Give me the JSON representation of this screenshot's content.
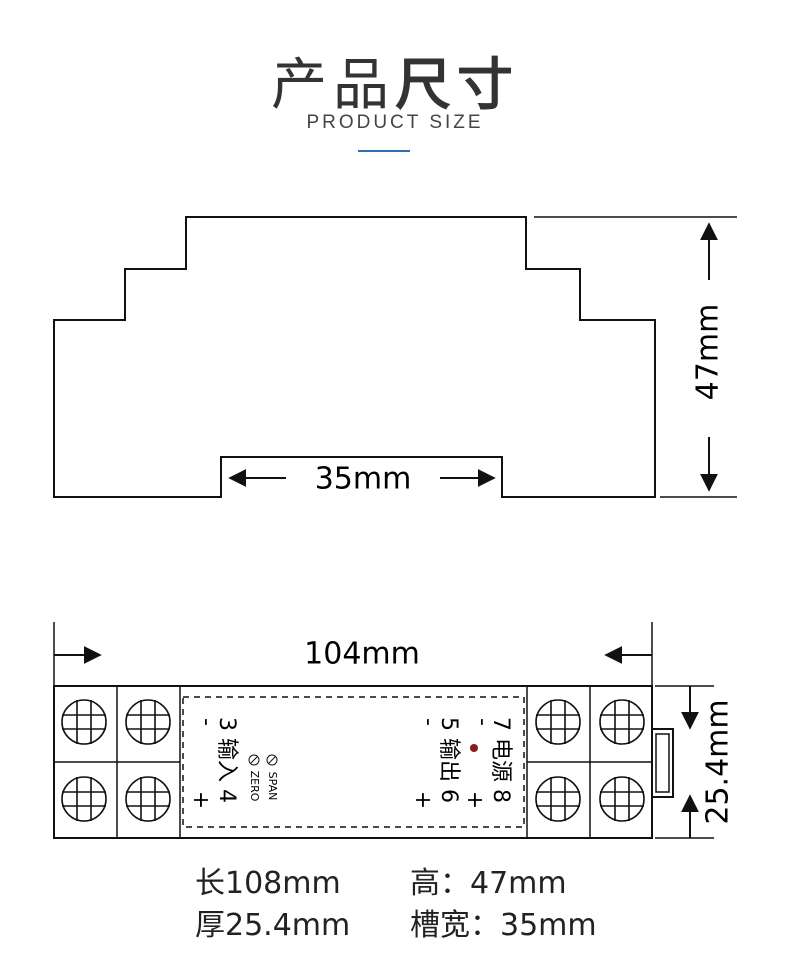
{
  "header": {
    "title_light": "产品",
    "title_bold": "尺寸",
    "subtitle": "PRODUCT SIZE",
    "accent_color": "#2f6fb3"
  },
  "side_view": {
    "width_label": "35mm",
    "height_label": "47mm"
  },
  "top_view": {
    "length_label": "104mm",
    "thickness_label": "25.4mm",
    "left_block": {
      "minus": "-",
      "plus": "+",
      "terminal_text": "3 输入 4",
      "zero_label": "ZERO",
      "span_label": "SPAN"
    },
    "right_block": {
      "minus1": "-",
      "minus2": "-",
      "plus1": "+",
      "plus2": "+",
      "line1": "5 输出 6",
      "line2": "7 电源 8"
    },
    "led_color": "#8b1a1a"
  },
  "specs": {
    "length": "长108mm",
    "height": "高：47mm",
    "thickness": "厚25.4mm",
    "slot": "槽宽：35mm"
  },
  "icons": [
    "arrow-up-icon",
    "arrow-down-icon",
    "arrow-left-icon",
    "arrow-right-icon",
    "screw-terminal-icon",
    "potentiometer-icon",
    "led-icon"
  ]
}
